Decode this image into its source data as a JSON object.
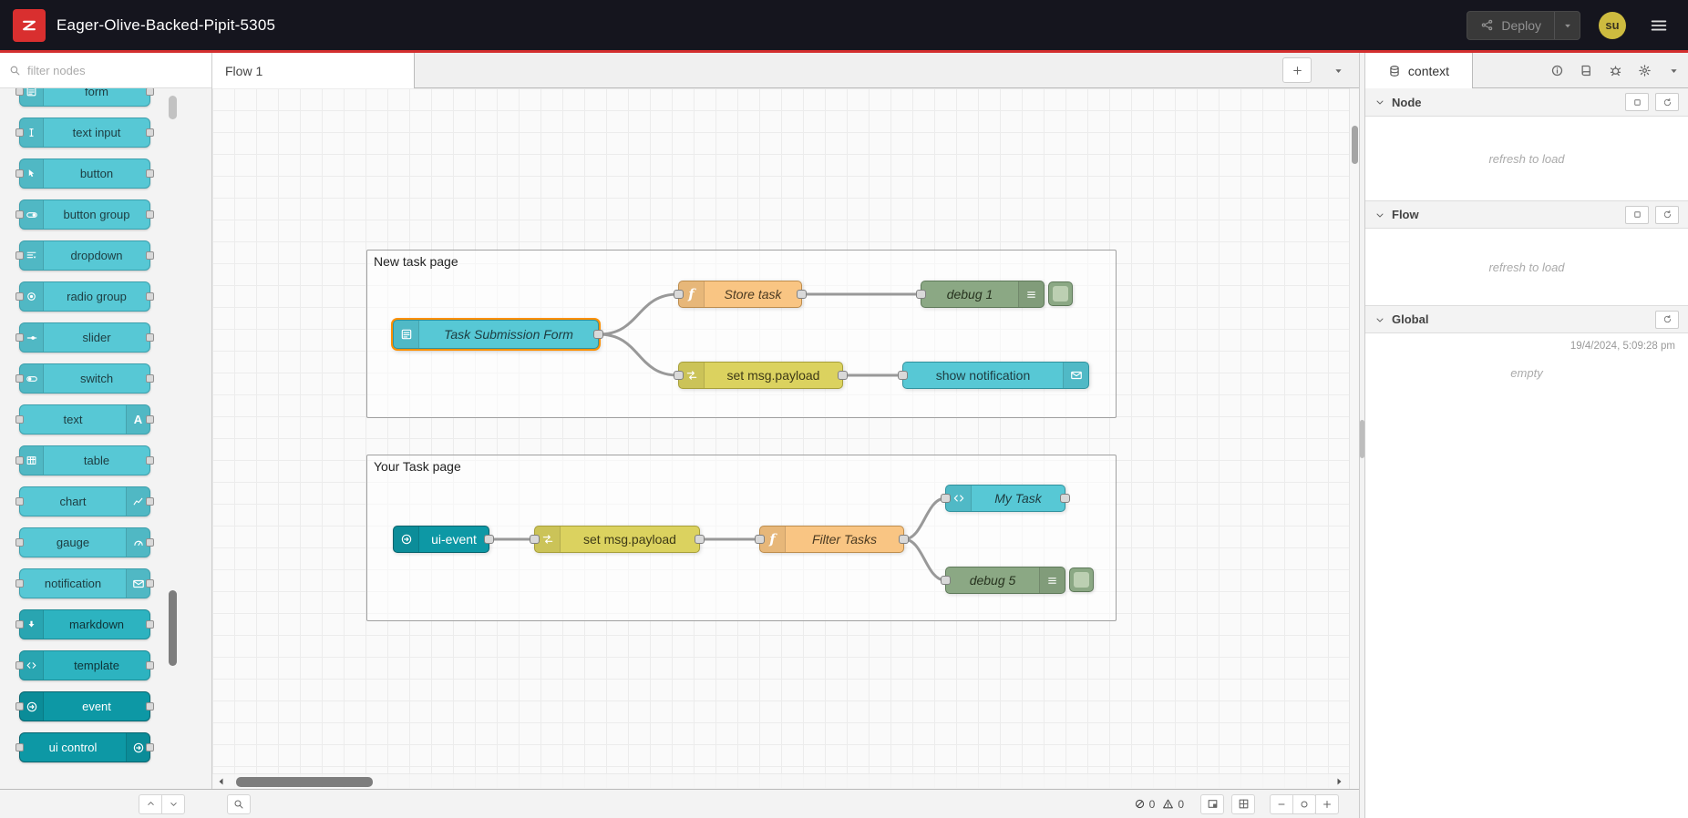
{
  "header": {
    "title": "Eager-Olive-Backed-Pipit-5305",
    "deploy_label": "Deploy",
    "user_initials": "su"
  },
  "palette": {
    "search_placeholder": "filter nodes",
    "items": [
      {
        "label": "form"
      },
      {
        "label": "text input"
      },
      {
        "label": "button"
      },
      {
        "label": "button group"
      },
      {
        "label": "dropdown"
      },
      {
        "label": "radio group"
      },
      {
        "label": "slider"
      },
      {
        "label": "switch"
      },
      {
        "label": "text"
      },
      {
        "label": "table"
      },
      {
        "label": "chart"
      },
      {
        "label": "gauge"
      },
      {
        "label": "notification"
      },
      {
        "label": "markdown"
      },
      {
        "label": "template"
      },
      {
        "label": "event"
      },
      {
        "label": "ui control"
      }
    ]
  },
  "workspace": {
    "tab_label": "Flow 1"
  },
  "canvas": {
    "groups": [
      {
        "label": "New task page"
      },
      {
        "label": "Your Task page"
      }
    ],
    "nodes": {
      "task_form": "Task Submission Form",
      "store_task": "Store task",
      "debug1": "debug 1",
      "set_payload1": "set msg.payload",
      "show_notification": "show notification",
      "ui_event": "ui-event",
      "set_payload2": "set msg.payload",
      "filter_tasks": "Filter Tasks",
      "my_task": "My Task",
      "debug5": "debug 5"
    }
  },
  "footer": {
    "error_count": "0",
    "warning_count": "0"
  },
  "sidebar": {
    "context_tab": "context",
    "sections": {
      "node": {
        "label": "Node",
        "empty_text": "refresh to load"
      },
      "flow": {
        "label": "Flow",
        "empty_text": "refresh to load"
      },
      "global": {
        "label": "Global",
        "timestamp": "19/4/2024, 5:09:28 pm",
        "empty_text": "empty"
      }
    }
  }
}
